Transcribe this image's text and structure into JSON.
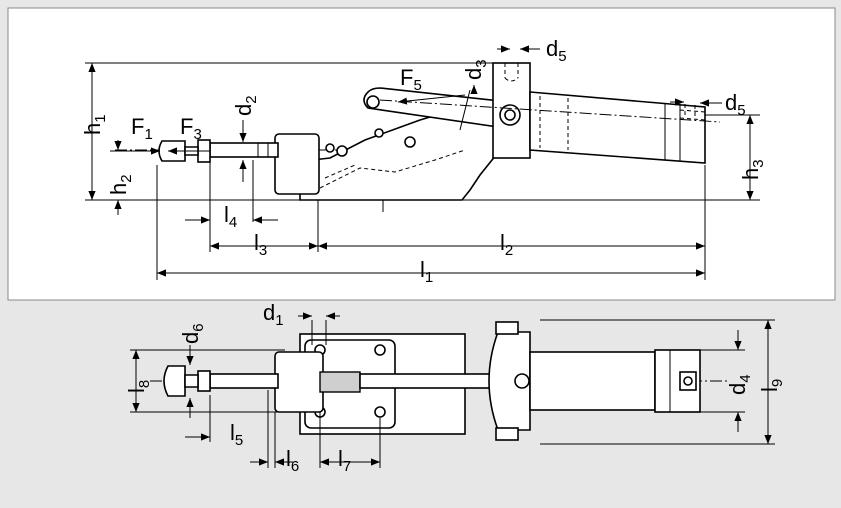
{
  "labels": {
    "h1": {
      "main": "h",
      "sub": "1"
    },
    "h2": {
      "main": "h",
      "sub": "2"
    },
    "h3": {
      "main": "h",
      "sub": "3"
    },
    "F1": {
      "main": "F",
      "sub": "1"
    },
    "F3": {
      "main": "F",
      "sub": "3"
    },
    "F5": {
      "main": "F",
      "sub": "5"
    },
    "d1": {
      "main": "d",
      "sub": "1"
    },
    "d2": {
      "main": "d",
      "sub": "2"
    },
    "d3": {
      "main": "d",
      "sub": "3"
    },
    "d4": {
      "main": "d",
      "sub": "4"
    },
    "d5a": {
      "main": "d",
      "sub": "5"
    },
    "d5b": {
      "main": "d",
      "sub": "5"
    },
    "d6": {
      "main": "d",
      "sub": "6"
    },
    "l1": {
      "main": "l",
      "sub": "1"
    },
    "l2": {
      "main": "l",
      "sub": "2"
    },
    "l3": {
      "main": "l",
      "sub": "3"
    },
    "l4": {
      "main": "l",
      "sub": "4"
    },
    "l5": {
      "main": "l",
      "sub": "5"
    },
    "l6": {
      "main": "l",
      "sub": "6"
    },
    "l7": {
      "main": "l",
      "sub": "7"
    },
    "l8": {
      "main": "l",
      "sub": "8"
    },
    "l9": {
      "main": "l",
      "sub": "9"
    }
  }
}
